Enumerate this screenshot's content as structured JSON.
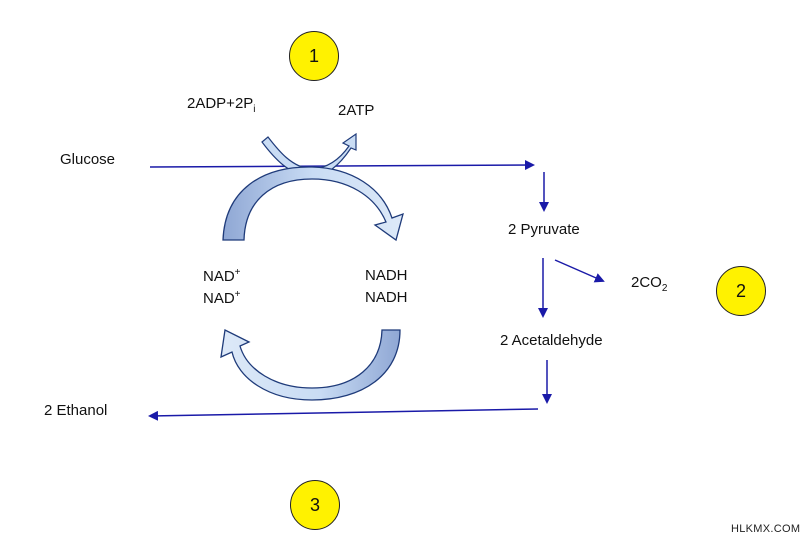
{
  "labels": {
    "glucose": "Glucose",
    "adp_main": "2ADP+2P",
    "adp_sub": "i",
    "atp": "2ATP",
    "pyruvate": "2 Pyruvate",
    "co2_main": "2CO",
    "co2_sub": "2",
    "nad_plus_1": "NAD",
    "nad_plus_1_sup": "+",
    "nad_plus_2": "NAD",
    "nad_plus_2_sup": "+",
    "nadh_1": "NADH",
    "nadh_2": "NADH",
    "acetaldehyde": "2 Acetaldehyde",
    "ethanol": "2 Ethanol"
  },
  "badges": {
    "step1": "1",
    "step2": "2",
    "step3": "3"
  },
  "watermark": "HLKMX.COM",
  "colors": {
    "arrow_line": "#1a1aa8",
    "curved_arrow_light": "#c9dcf4",
    "curved_arrow_dark": "#8fa7d4",
    "curved_arrow_stroke": "#1f3b7a",
    "badge_fill": "#fff200"
  }
}
